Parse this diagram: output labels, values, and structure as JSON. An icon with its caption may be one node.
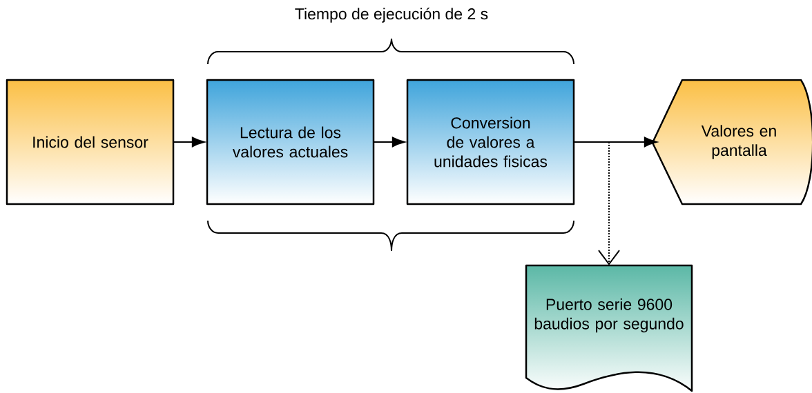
{
  "diagram": {
    "nodes": [
      {
        "text": [
          "Inicio del sensor"
        ]
      },
      {
        "text": [
          "Lectura de los valores actuales"
        ]
      },
      {
        "text": [
          "Conversion de valores a unidades fisicas"
        ]
      },
      {
        "text": [
          "Valores en pantalla"
        ]
      },
      {
        "text": [
          "Puerto serie 9600 baudios por segundo"
        ]
      }
    ],
    "edges": [
      {
        "from": 0,
        "to": 1,
        "arrow": "to"
      },
      {
        "from": 1,
        "to": 2,
        "arrow": "to"
      },
      {
        "from": 2,
        "to": 3,
        "arrow": "to"
      },
      {
        "from": 2,
        "to": 4,
        "arrow": "to",
        "style": "dashed"
      }
    ],
    "labels": [
      "Tiempo de ejecución de 2 s"
    ]
  }
}
